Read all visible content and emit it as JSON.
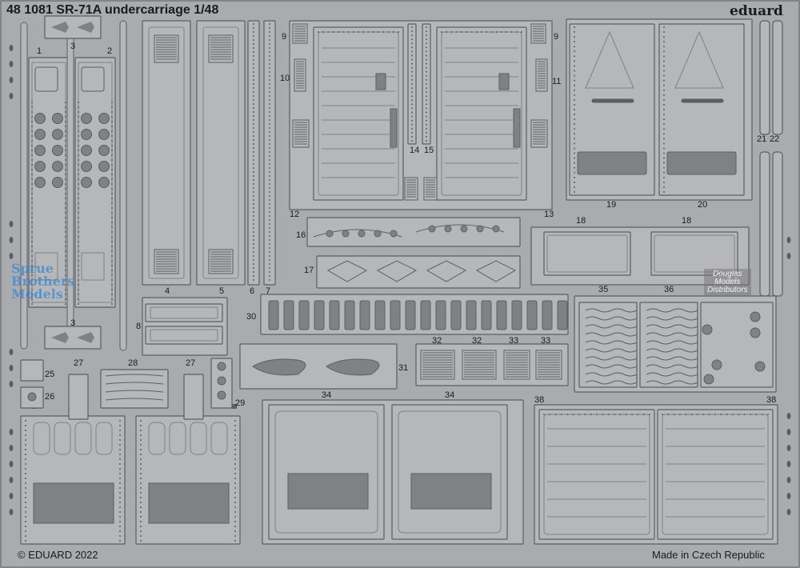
{
  "header": {
    "title": "48 1081 SR-71A undercarriage 1/48",
    "brand": "eduard"
  },
  "footer": {
    "copyright": "© EDUARD 2022",
    "origin": "Made in Czech Republic"
  },
  "watermarks": {
    "sprue_brothers": [
      "Sprue",
      "Brothers",
      "Models"
    ],
    "douglas": [
      "Douglas",
      "Models",
      "Distributors"
    ]
  },
  "part_numbers": [
    "1",
    "2",
    "3",
    "3",
    "4",
    "5",
    "6",
    "7",
    "8",
    "9",
    "9",
    "10",
    "11",
    "12",
    "13",
    "14",
    "15",
    "16",
    "17",
    "18",
    "18",
    "19",
    "20",
    "21",
    "22",
    "25",
    "26",
    "27",
    "27",
    "28",
    "29",
    "30",
    "31",
    "32",
    "32",
    "33",
    "33",
    "34",
    "34",
    "35",
    "36",
    "38",
    "38"
  ],
  "colors": {
    "fret": "#a9abae",
    "part": "#b5b7ba",
    "edge": "#5c5e61",
    "engraving": "#7f8184",
    "ink": "#1b1b1b"
  }
}
